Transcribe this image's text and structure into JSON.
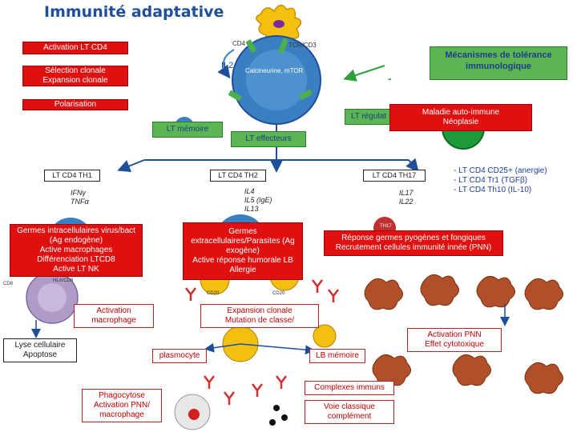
{
  "title": "Immunité adaptative",
  "left_boxes": {
    "activation_cd4": "Activation LT CD4",
    "selection_line1": "Sélection clonale",
    "selection_line2": "Expansion clonale",
    "polarisation": "Polarisation"
  },
  "top_labels": {
    "cd4": "CD4",
    "tcr": "TCR/CD3",
    "il2": "IL2",
    "calcineurine": "Calcineurine, mTOR",
    "minus": "-"
  },
  "tolerance": {
    "line1": "Mécanismes de tolérance",
    "line2": "immunologique"
  },
  "auto_immune": {
    "line1": "Maladie auto-immune",
    "line2": "Néoplasie"
  },
  "lt_regulateurs": "LT régulat",
  "lt_memoire": "LT mémoire",
  "lt_effecteurs": "LT effecteurs",
  "subsets": {
    "th1": "LT CD4 TH1",
    "th2": "LT CD4 TH2",
    "th17": "LT CD4 TH17"
  },
  "cytokines": {
    "th1": [
      "IFNγ",
      "TNFα"
    ],
    "th2": [
      "IL4",
      "IL5 (IgE)",
      "IL13"
    ],
    "th17": [
      "IL17",
      "IL22"
    ]
  },
  "treg_list": [
    "- LT CD4 CD25+ (anergie)",
    "- LT CD4 Tr1 (TGFβ)",
    "- LT CD4 Th10 (IL-10)"
  ],
  "functions": {
    "th1": [
      "Germes intracellulaires virus/bact",
      "(Ag endogène)",
      "Active macrophages",
      "Différenciation LTCD8",
      "Active LT NK"
    ],
    "th2": [
      "Germes",
      "extracellulaires/Parasites (Ag",
      "exogène)",
      "Active réponse humorale LB",
      "Allergie"
    ],
    "th17": [
      "Réponse germes pyogènes et fongiques",
      "Recrutement cellules immunité innée (PNN)"
    ]
  },
  "micro_labels": {
    "cd8": "CD8",
    "th17_cell": "TH17",
    "cd20a": "CD20",
    "cd20b": "CD20",
    "mhc": "HLA/CD8"
  },
  "outcomes": {
    "activation_macrophage": [
      "Activation",
      "macrophage"
    ],
    "expansion": [
      "Expansion clonale",
      "Mutation de classe/"
    ],
    "lyse": [
      "Lyse cellulaire",
      "Apoptose"
    ],
    "plasmocyte": "plasmocyte",
    "lb_memoire": "LB mémoire",
    "activation_pnn": [
      "Activation PNN",
      "Effet cytotoxique"
    ],
    "phagocytose": [
      "Phagocytose",
      "Activation PNN/",
      "macrophage"
    ],
    "complexes": "Complexes immuns",
    "voie_classique": [
      "Voie classique",
      "complément"
    ]
  },
  "colors": {
    "title": "#1f4e9a",
    "red": "#e01010",
    "green": "#5ab552",
    "cell_blue": "#3a7fc1",
    "yellow": "#f4c010",
    "purple": "#b09cc8",
    "pnn_brown": "#b0502a"
  }
}
